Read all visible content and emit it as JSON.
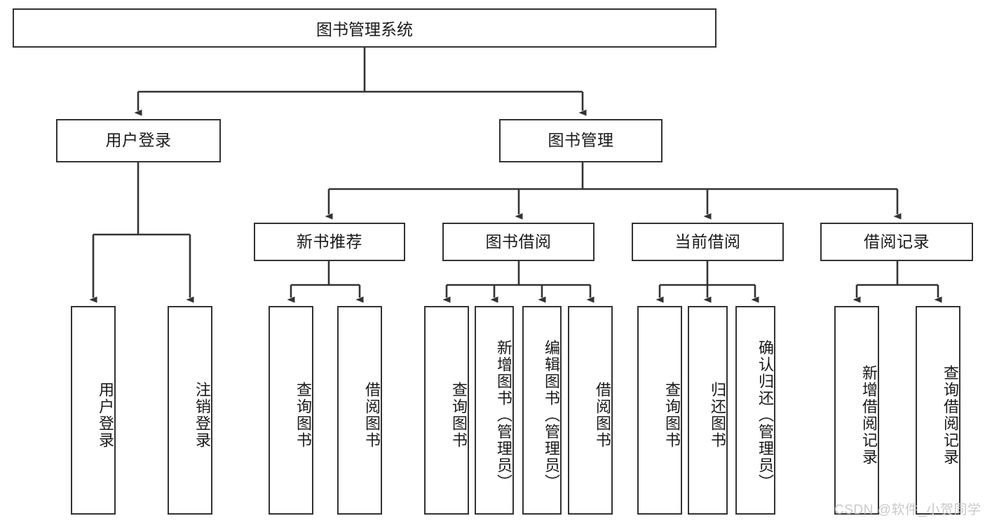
{
  "diagram": {
    "type": "tree-hierarchy",
    "title": "图书管理系统",
    "watermark": "CSDN @软件_小贺同学",
    "colors": {
      "stroke": "#333333",
      "fill": "#ffffff",
      "text": "#1a1a1a",
      "watermark": "#c9c9c9"
    },
    "nodes": {
      "root": {
        "label": "图书管理系统"
      },
      "level2": [
        {
          "id": "user-login",
          "label": "用户登录"
        },
        {
          "id": "book-manage",
          "label": "图书管理"
        }
      ],
      "level3": [
        {
          "id": "new-book-rec",
          "label": "新书推荐"
        },
        {
          "id": "book-borrow",
          "label": "图书借阅"
        },
        {
          "id": "current-borrow",
          "label": "当前借阅"
        },
        {
          "id": "borrow-record",
          "label": "借阅记录"
        }
      ],
      "leaves": [
        {
          "id": "leaf-user-login",
          "label": "用户登录",
          "parent": "user-login"
        },
        {
          "id": "leaf-logout",
          "label": "注销登录",
          "parent": "user-login"
        },
        {
          "id": "leaf-query-book-1",
          "label": "查询图书",
          "parent": "new-book-rec"
        },
        {
          "id": "leaf-borrow-book-1",
          "label": "借阅图书",
          "parent": "new-book-rec"
        },
        {
          "id": "leaf-query-book-2",
          "label": "查询图书",
          "parent": "book-borrow"
        },
        {
          "id": "leaf-add-book",
          "label": "新增图书（管理员）",
          "parent": "book-borrow"
        },
        {
          "id": "leaf-edit-book",
          "label": "编辑图书（管理员）",
          "parent": "book-borrow"
        },
        {
          "id": "leaf-borrow-book-2",
          "label": "借阅图书",
          "parent": "book-borrow"
        },
        {
          "id": "leaf-query-book-3",
          "label": "查询图书",
          "parent": "current-borrow"
        },
        {
          "id": "leaf-return-book",
          "label": "归还图书",
          "parent": "current-borrow"
        },
        {
          "id": "leaf-confirm-return",
          "label": "确认归还（管理员）",
          "parent": "current-borrow"
        },
        {
          "id": "leaf-add-record",
          "label": "新增借阅记录",
          "parent": "borrow-record"
        },
        {
          "id": "leaf-query-record",
          "label": "查询借阅记录",
          "parent": "borrow-record"
        }
      ]
    }
  }
}
